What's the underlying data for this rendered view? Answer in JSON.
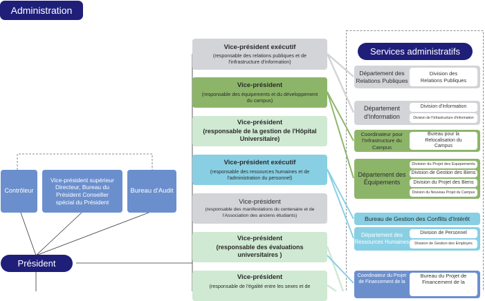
{
  "header": {
    "title": "Administration"
  },
  "services": {
    "title": "Services administratifs"
  },
  "president": {
    "label": "Président"
  },
  "left_boxes": {
    "controleur": "Contrôleur",
    "vp_superieur": "Vice-président supérieur Directeur, Bureau du Président Conseiller spécial du Président",
    "bureau_audit": "Bureau d'Audit"
  },
  "vps": [
    {
      "title": "Vice-président exécutif",
      "sub": "(responsable des relations publiques et de l'infrastructure d'information)"
    },
    {
      "title": "Vice-président",
      "sub": "(responsable des équipements et du développement du campus)"
    },
    {
      "title": "Vice-président",
      "sub": "(responsable de la gestion de l'Hôpital Universitaire)"
    },
    {
      "title": "Vice-président exécutif",
      "sub": "(responsable des ressources humaines et de l'administration du personnel)"
    },
    {
      "title": "Vice-président",
      "sub": "(responsable des manifestations du centenaire et de l'Association des anciens étudiants)"
    },
    {
      "title": "Vice-président",
      "sub": "(responsable des évaluations universitaires )"
    },
    {
      "title": "Vice-président",
      "sub": "(responsable de l'égalité entre les sexes et de"
    }
  ],
  "service_units": {
    "relations": {
      "dept": "Département des Relations Publiques",
      "div": "Division des Relations Publiques"
    },
    "information": {
      "dept": "Département d'Information",
      "div1": "Division d'Information",
      "div2": "Division de l'Infrastructure d'information"
    },
    "coordinateur_infra": {
      "dept": "Coordinateur pour l'Infrastructure du Campus",
      "div": "Bureau pour la Relocalisation du Campus"
    },
    "equipements": {
      "dept": "Département des Équipements",
      "div1": "Division du Projet des Equipements",
      "div2": "Division de Gestion des Biens",
      "div3": "Division du Projet des Biens",
      "div4": "Division du Nouveau Projet du Campus"
    },
    "conflits": {
      "label": "Bureau de Gestion des Conflits d'Intérêt"
    },
    "rh": {
      "dept": "Département des Ressources Humaines",
      "div1": "Division de Personnel",
      "div2": "Division de Gestion des Employés"
    },
    "financement": {
      "dept": "Coordinateur du Projet de Financement de la",
      "div": "Bureau du Projet de Financement de la"
    }
  },
  "colors": {
    "navy": "#1f1f7a",
    "grey": "#d3d4d8",
    "green": "#8db56a",
    "light_green": "#cfe9d2",
    "cyan": "#89cfe4",
    "blue": "#6b8fcd"
  }
}
